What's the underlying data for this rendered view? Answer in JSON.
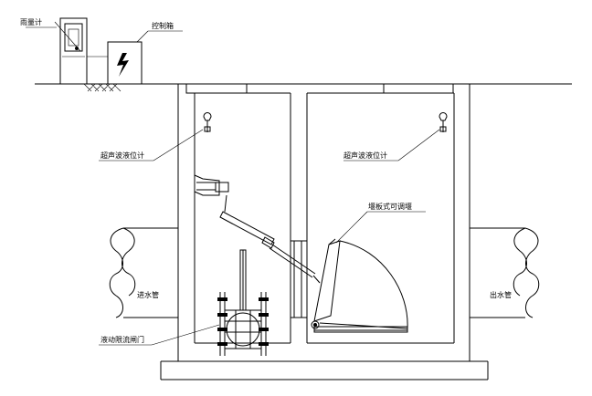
{
  "labels": {
    "rain_gauge": "雨量计",
    "control_box": "控制箱",
    "ultrasonic_left": "超声波液位计",
    "ultrasonic_right": "超声波液位计",
    "weir": "堰板式可调堰",
    "inlet_pipe": "进水管",
    "outlet_pipe": "出水管",
    "gate": "液动限流闸门"
  }
}
